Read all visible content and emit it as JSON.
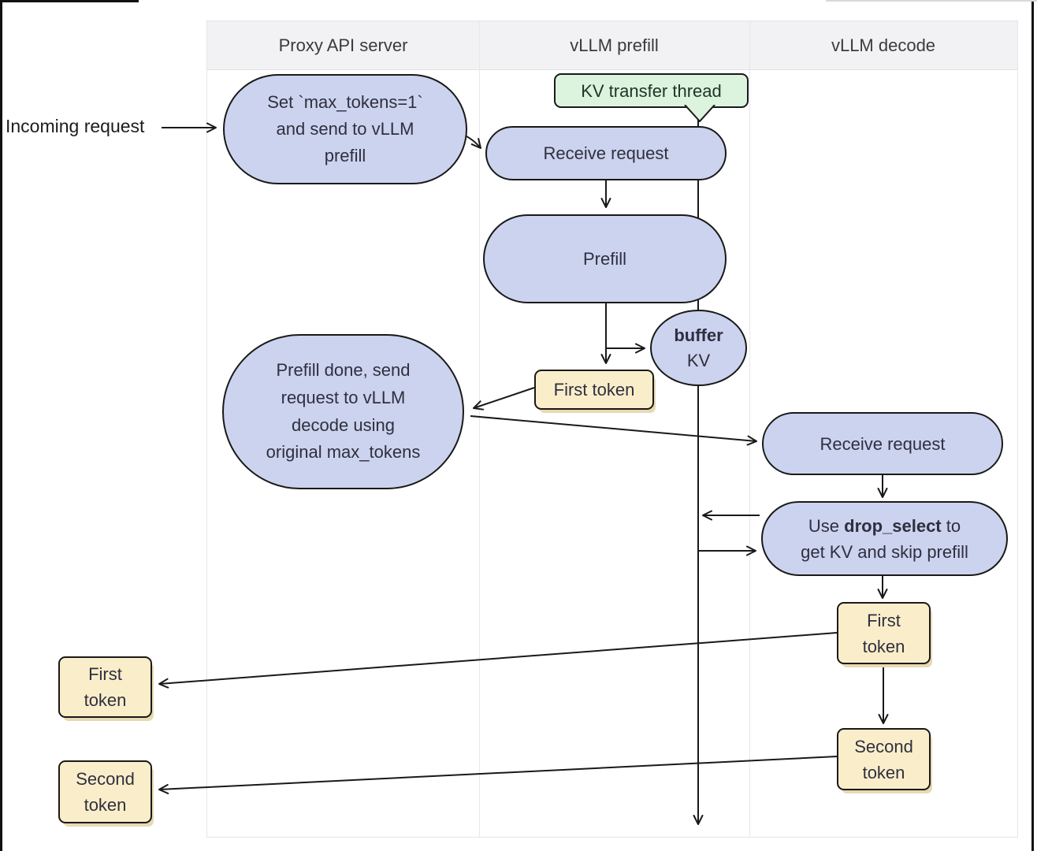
{
  "header": {
    "columns": [
      "Proxy API server",
      "vLLM prefill",
      "vLLM decode"
    ]
  },
  "labels": {
    "incoming_request": "Incoming request"
  },
  "nodes": {
    "set_max_tokens": {
      "lines": [
        "Set `max_tokens=1`",
        "and send to vLLM",
        "prefill"
      ]
    },
    "kv_transfer_thread": {
      "label": "KV transfer thread"
    },
    "receive_request_prefill": {
      "label": "Receive request"
    },
    "prefill": {
      "label": "Prefill"
    },
    "buffer_kv": {
      "bold": "buffer",
      "rest": "KV"
    },
    "first_token_prefill": {
      "label": "First token"
    },
    "prefill_done": {
      "lines": [
        "Prefill done, send",
        "request to vLLM",
        "decode using",
        "original max_tokens"
      ]
    },
    "receive_request_decode": {
      "label": "Receive request"
    },
    "drop_select": {
      "line1_pre": "Use ",
      "line1_bold": "drop_select",
      "line1_post": " to",
      "line2": "get KV and skip prefill"
    },
    "first_token_decode": {
      "lines": [
        "First",
        "token"
      ]
    },
    "second_token_decode": {
      "lines": [
        "Second",
        "token"
      ]
    },
    "first_token_out": {
      "lines": [
        "First",
        "token"
      ]
    },
    "second_token_out": {
      "lines": [
        "Second",
        "token"
      ]
    }
  },
  "colors": {
    "node_fill": "#ccd3ee",
    "token_fill": "#faeeca",
    "thread_fill": "#dcf3dd",
    "border": "#191919",
    "header_band": "#f2f2f4",
    "text": "#2f2f3f",
    "thread_text": "#213528"
  }
}
